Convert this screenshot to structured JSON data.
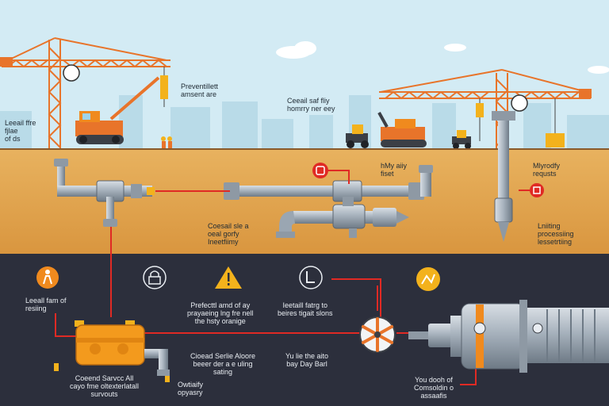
{
  "labels": {
    "top_left_crane": "Leeail ffre\nfjlae\nof ds",
    "center_crane": "Preventillett\namsent are",
    "mid_excavator": "Ceeail saf fliy\nhomrry ner eey",
    "underground_valve": "Coesail sle a\noeal gorfy\nIneetfiimy",
    "sensor_center": "hMy aiiy\nfiset",
    "sensor_right": "Mlyrodfy\nrequsts",
    "drill_right": "Lniiting\nprocessiing\nlessetrtiing",
    "worker_left": "Leeall fam of\nresiing",
    "warning_center": "Prefecttl amd of ay\nprayaeing lng fre nell\nthe hsty oranige",
    "inspection": "Ieetaill fatrg to\nbeires tigait slons",
    "tank_bottom": "Coeend Sarvcc All\ncayo fme oltexterlatall\nsurvouts",
    "valve_bottom": "Owtiaify\nopyasry",
    "pump_center": "Cioead Serlie Aloore\nbeeer der a e uling\nsating",
    "flow_bottom": "Yu lie the aito\nbay Day Barl",
    "motor_bottom": "You dooh of\nComsoldin o\nassaafis"
  },
  "icon_names": [
    "worker-icon",
    "padlock-icon",
    "warning-icon",
    "inspection-icon",
    "map-pin-icon",
    "power-icon"
  ],
  "colors": {
    "sky": "#d3ebf4",
    "ground": "#e2a754",
    "underground": "#2c2f3c",
    "crane": "#e8742a",
    "pipe": "#9aa6b2",
    "signal_line": "#e02a24",
    "accent_yellow": "#f3b21c",
    "accent_orange": "#f08a1e"
  }
}
